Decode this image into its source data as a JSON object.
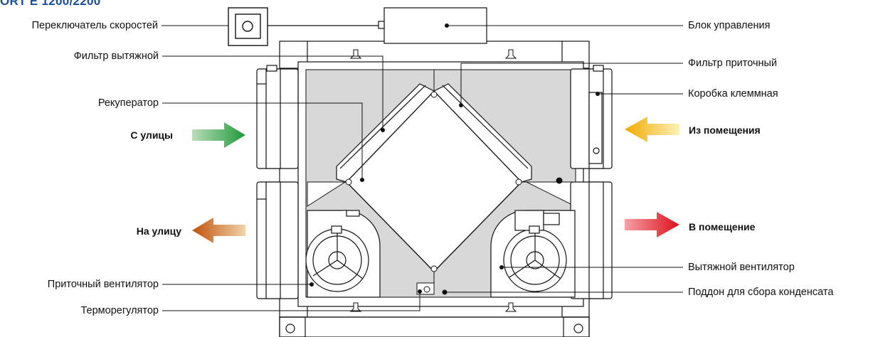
{
  "title": "ORT E 1200/2200",
  "colors": {
    "line": "#111111",
    "fill_gray": "#d8d8d8",
    "green": "#3aa54a",
    "orange": "#c85f15",
    "yellow": "#f2b800",
    "red": "#e0121b",
    "title": "#1b4f9c"
  },
  "labels": {
    "speed_switch": "Переключатель скоростей",
    "exhaust_filter": "Фильтр вытяжной",
    "recuperator": "Рекуператор",
    "from_street": "С улицы",
    "to_street": "На улицу",
    "supply_fan": "Приточный вентилятор",
    "thermoregulator": "Терморегулятор",
    "control_unit": "Блок управления",
    "supply_filter": "Фильтр приточный",
    "terminal_box": "Коробка клеммная",
    "from_room": "Из помещения",
    "to_room": "В помещение",
    "exhaust_fan": "Вытяжной вентилятор",
    "condensate_tray": "Поддон для сбора конденсата"
  }
}
